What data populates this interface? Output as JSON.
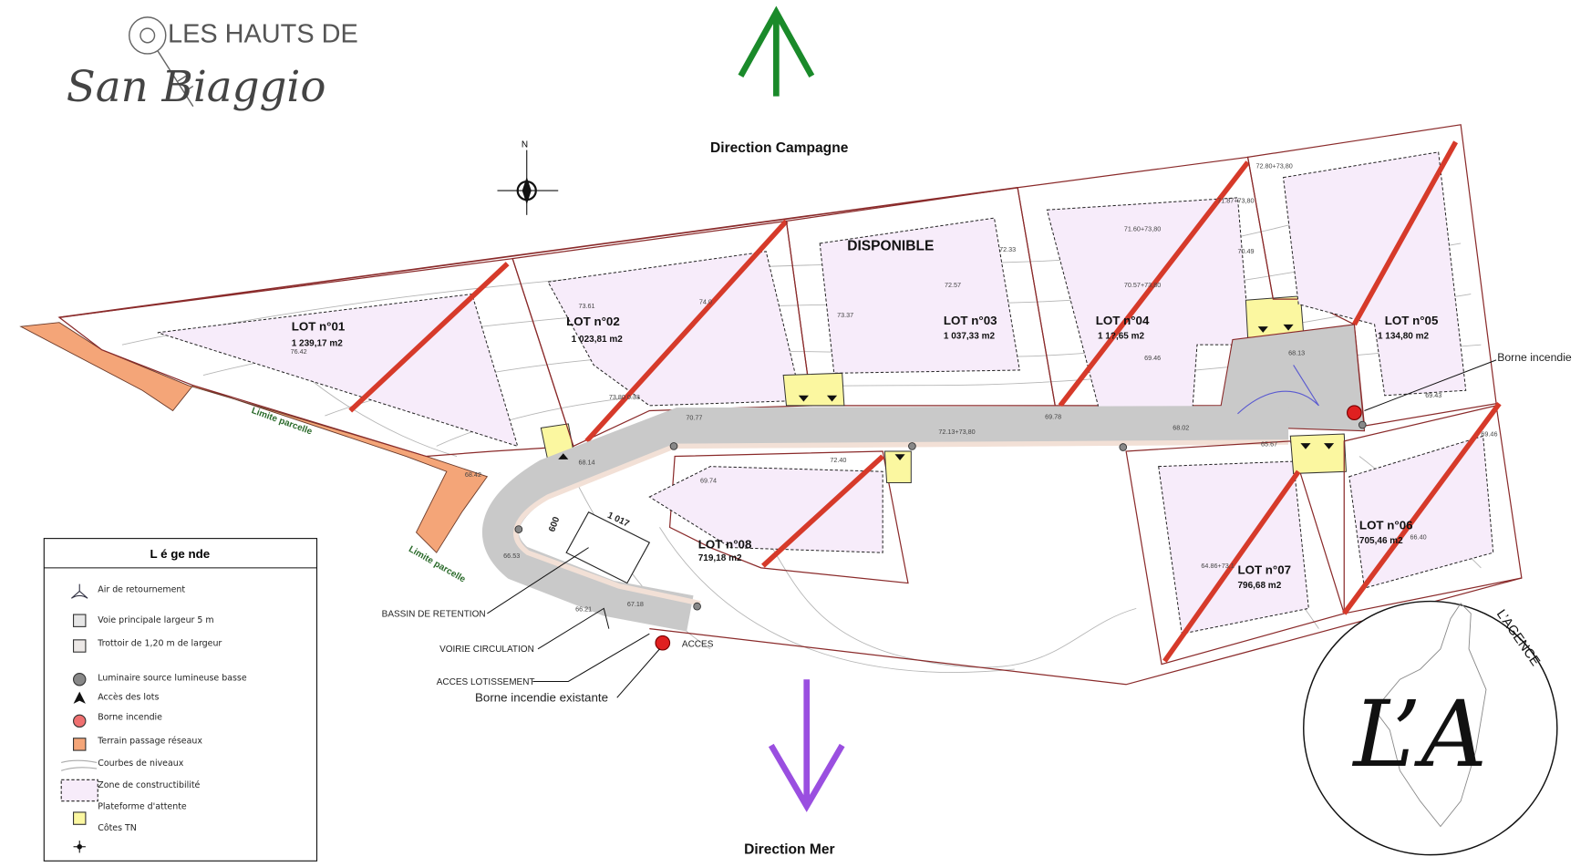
{
  "logo": {
    "line1": "LES HAUTS DE",
    "line2": "San Biaggio"
  },
  "directions": {
    "top": "Direction Campagne",
    "bottom": "Direction Mer",
    "top_color": "#1a8a2a",
    "bottom_color": "#9a4fe0"
  },
  "compass": {
    "north": "N"
  },
  "status_available": "DISPONIBLE",
  "lots": [
    {
      "name": "LOT n°01",
      "area": "1 239,17 m2",
      "sold": true
    },
    {
      "name": "LOT n°02",
      "area": "1 023,81 m2",
      "sold": true
    },
    {
      "name": "LOT n°03",
      "area": "1 037,33 m2",
      "sold": false
    },
    {
      "name": "LOT n°04",
      "area": "1 1?,65 m2",
      "sold": true
    },
    {
      "name": "LOT n°05",
      "area": "1 134,80 m2",
      "sold": true
    },
    {
      "name": "LOT n°06",
      "area": "705,46 m2",
      "sold": true
    },
    {
      "name": "LOT n°07",
      "area": "796,68 m2",
      "sold": true
    },
    {
      "name": "LOT n°08",
      "area": "719,18 m2",
      "sold": true
    }
  ],
  "elevations": [
    "76.42",
    "73.61",
    "74.0",
    "73.37",
    "72.33",
    "72.57",
    "71.60+73,80",
    "70.57+73,80",
    "71.87+73,80",
    "72.80+73,80",
    "70.49",
    "68.13",
    "69.46",
    "69.78",
    "68.02",
    "65.67",
    "69.43",
    "69.46",
    "66.40",
    "64.86+73,1",
    "72.40",
    "69.74",
    "68.14",
    "68.42",
    "66.53",
    "66.21",
    "67.18",
    "70.77",
    "72.13+73,80",
    "73,80 0.33"
  ],
  "annotations": {
    "limite1": "Limite parcelle",
    "limite2": "Limite parcelle",
    "bassin": "BASSIN DE RETENTION",
    "voirie": "VOIRIE CIRCULATION",
    "acces_lot": "ACCES LOTISSEMENT",
    "borne_existante": "Borne incendie existante",
    "acces": "ACCES",
    "borne": "Borne incendie",
    "dim_w": "600",
    "dim_l": "1 017"
  },
  "legend": {
    "title": "L é ge nde",
    "items": [
      {
        "label": "Air de retournement",
        "icon": "turnaround-icon"
      },
      {
        "label": "Voie principale largeur 5 m",
        "icon": "gray-square-icon"
      },
      {
        "label": "Trottoir de 1,20 m de largeur",
        "icon": "light-square-icon"
      },
      {
        "label": "Luminaire source lumineuse basse",
        "icon": "gray-circle-icon"
      },
      {
        "label": "Accès des lots",
        "icon": "arrowhead-icon"
      },
      {
        "label": "Borne incendie",
        "icon": "red-circle-icon"
      },
      {
        "label": "Terrain passage réseaux",
        "icon": "orange-square-icon"
      },
      {
        "label": "Courbes de niveaux",
        "icon": "contour-line-icon"
      },
      {
        "label": "Zone de constructibilité",
        "icon": "dashed-rect-icon"
      },
      {
        "label": "Plateforme d'attente",
        "icon": "yellow-square-icon"
      },
      {
        "label": "Côtes TN",
        "icon": "cross-point-icon"
      }
    ]
  },
  "agency": {
    "monogram": "L’A",
    "name": "L’AGENCE"
  },
  "colors": {
    "sold": "#d63a2a",
    "road": "#c9c9c9",
    "network": "#f4a578",
    "platform": "#fbf7a0",
    "zone": "#f7ecfa"
  }
}
